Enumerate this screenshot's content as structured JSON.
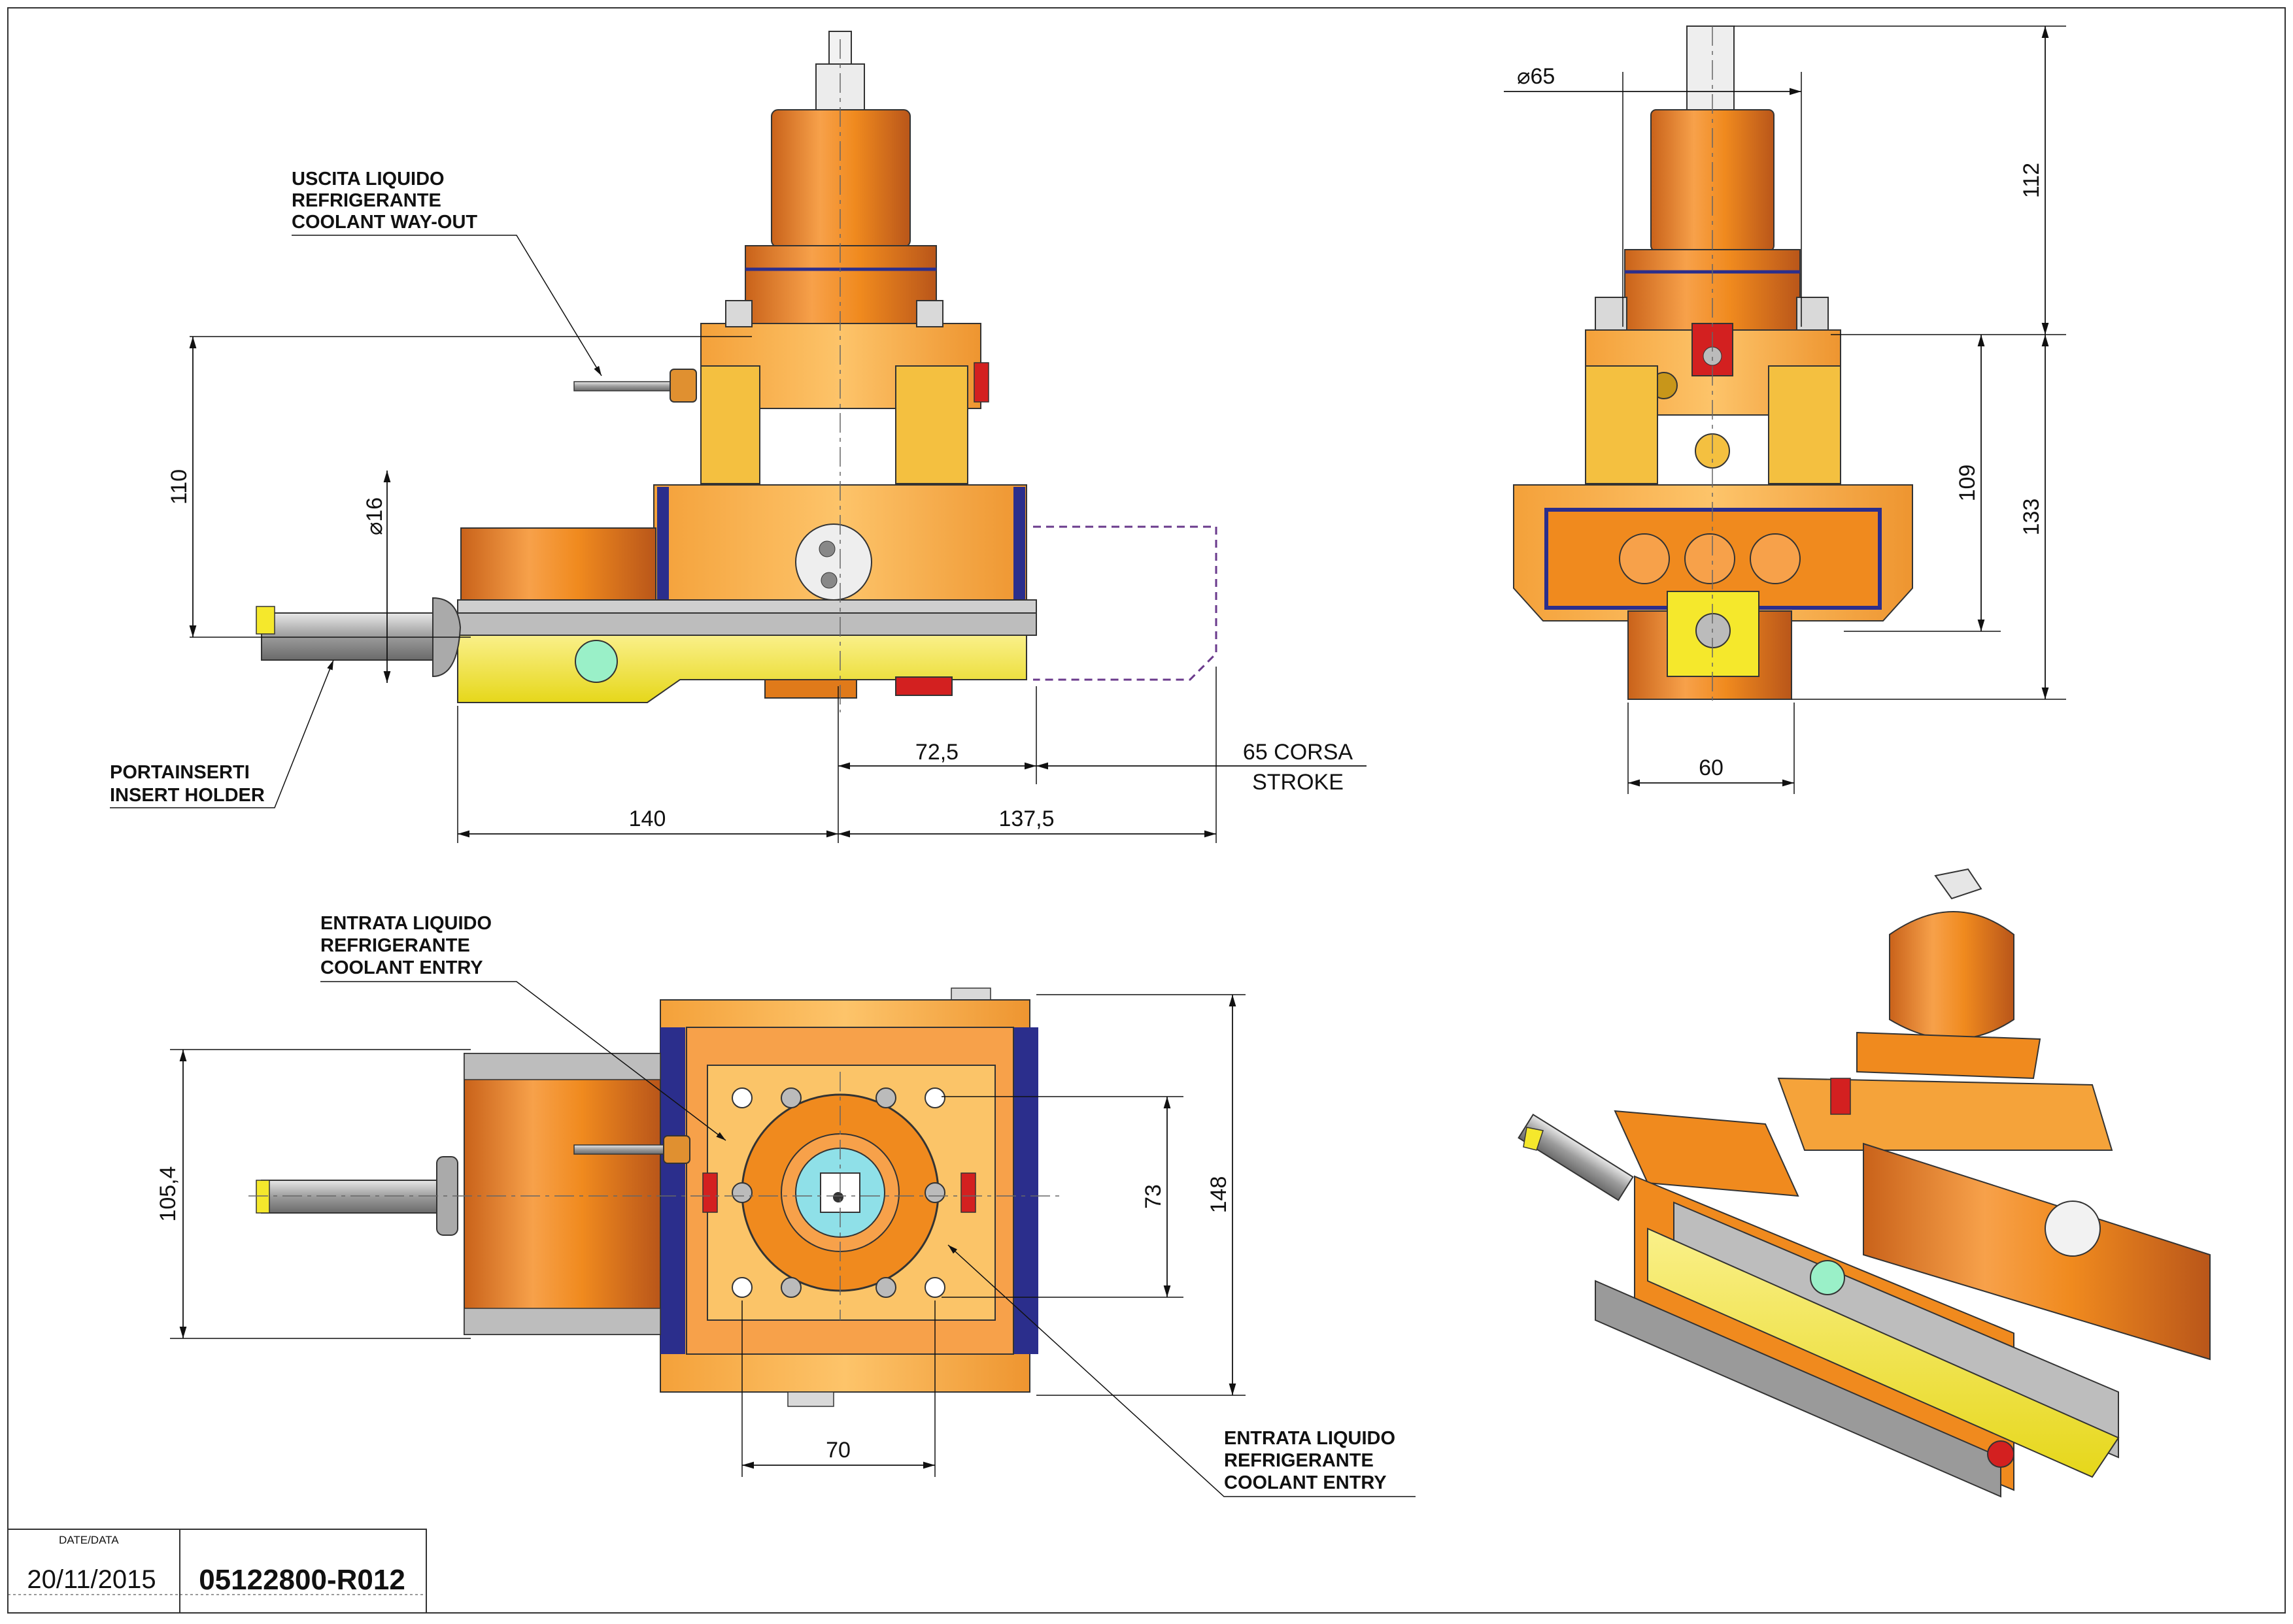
{
  "notes": {
    "coolant_out": [
      "USCITA LIQUIDO",
      "REFRIGERANTE",
      "COOLANT WAY-OUT"
    ],
    "insert_holder": [
      "PORTAINSERTI",
      "INSERT HOLDER"
    ],
    "coolant_entry_top": [
      "ENTRATA LIQUIDO",
      "REFRIGERANTE",
      "COOLANT ENTRY"
    ],
    "coolant_entry_bottom": [
      "ENTRATA LIQUIDO",
      "REFRIGERANTE",
      "COOLANT ENTRY"
    ]
  },
  "dimensions": {
    "front_height": "110",
    "shank_diameter": "16",
    "dim_72_5": "72,5",
    "stroke": [
      "65 CORSA",
      "STROKE"
    ],
    "dim_140": "140",
    "dim_137_5": "137,5",
    "diameter_65": "65",
    "dim_112": "112",
    "dim_109": "109",
    "dim_133": "133",
    "dim_60": "60",
    "dim_105_4": "105,4",
    "dim_73": "73",
    "dim_148": "148",
    "dim_70": "70"
  },
  "title_block": {
    "date_label": "DATE/DATA",
    "date": "20/11/2015",
    "code": "05122800-R012"
  },
  "colors": {
    "orange": "#F08A1E",
    "orange_light": "#FBB24A",
    "yellow": "#F5E82C",
    "navy": "#2B2E8C",
    "red": "#D32020",
    "grey": "#9A9A9A",
    "mint": "#9AF0C8"
  }
}
